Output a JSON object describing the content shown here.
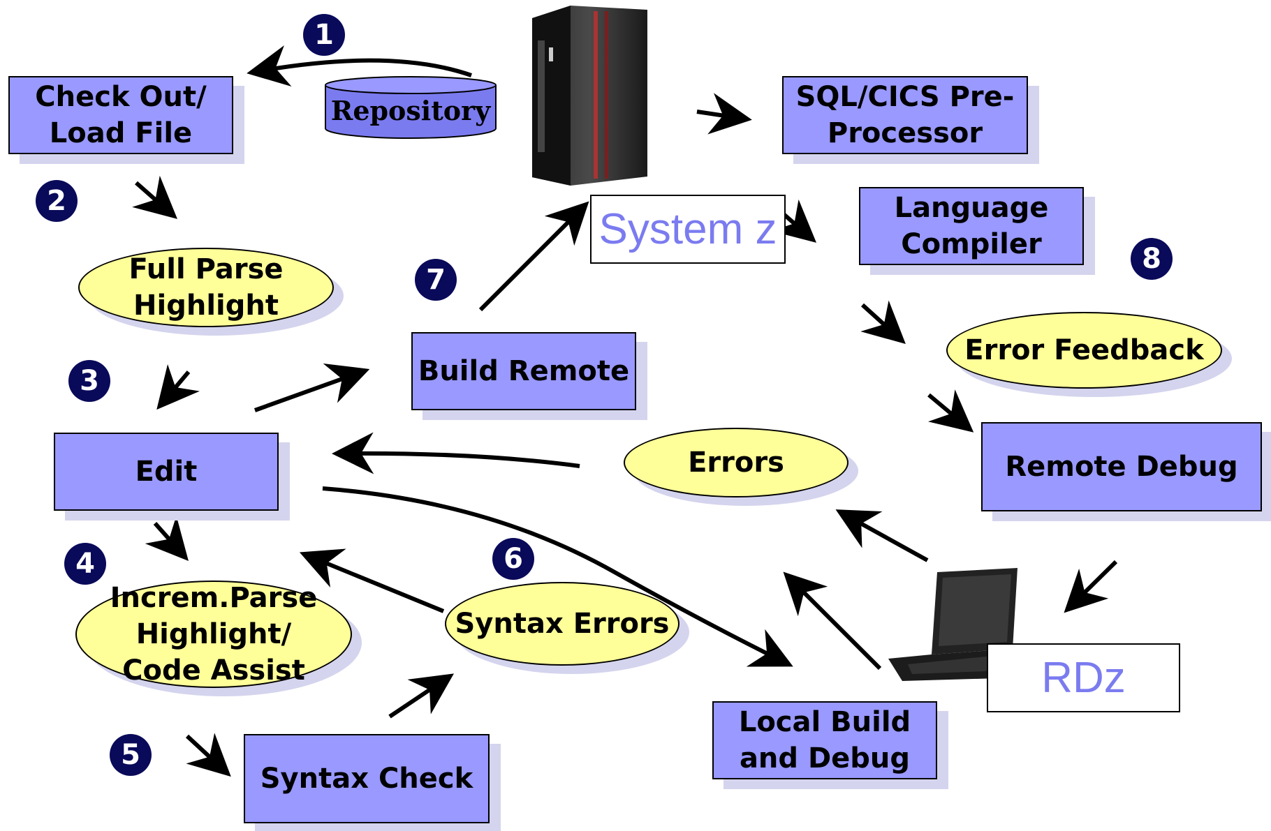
{
  "nodes": {
    "check_out": "Check Out/\nLoad File",
    "repository": "Repository",
    "full_parse": "Full Parse\nHighlight",
    "edit": "Edit",
    "increm_parse": "Increm.Parse\nHighlight/\nCode Assist",
    "syntax_check": "Syntax Check",
    "syntax_errors": "Syntax Errors",
    "build_remote": "Build Remote",
    "system_z": "System z",
    "sql_cics": "SQL/CICS Pre-\nProcessor",
    "language_compiler": "Language\nCompiler",
    "error_feedback": "Error Feedback",
    "remote_debug": "Remote Debug",
    "errors": "Errors",
    "rdz": "RDz",
    "local_build": "Local Build\nand Debug"
  },
  "steps": [
    "1",
    "2",
    "3",
    "4",
    "5",
    "6",
    "7",
    "8"
  ],
  "colors": {
    "box_fill": "#9999ff",
    "ellipse_fill": "#ffff99",
    "badge_fill": "#0a0a5a",
    "label_text": "#7b7bf0"
  },
  "icons": {
    "mainframe": "server-icon",
    "laptop": "laptop-icon"
  }
}
